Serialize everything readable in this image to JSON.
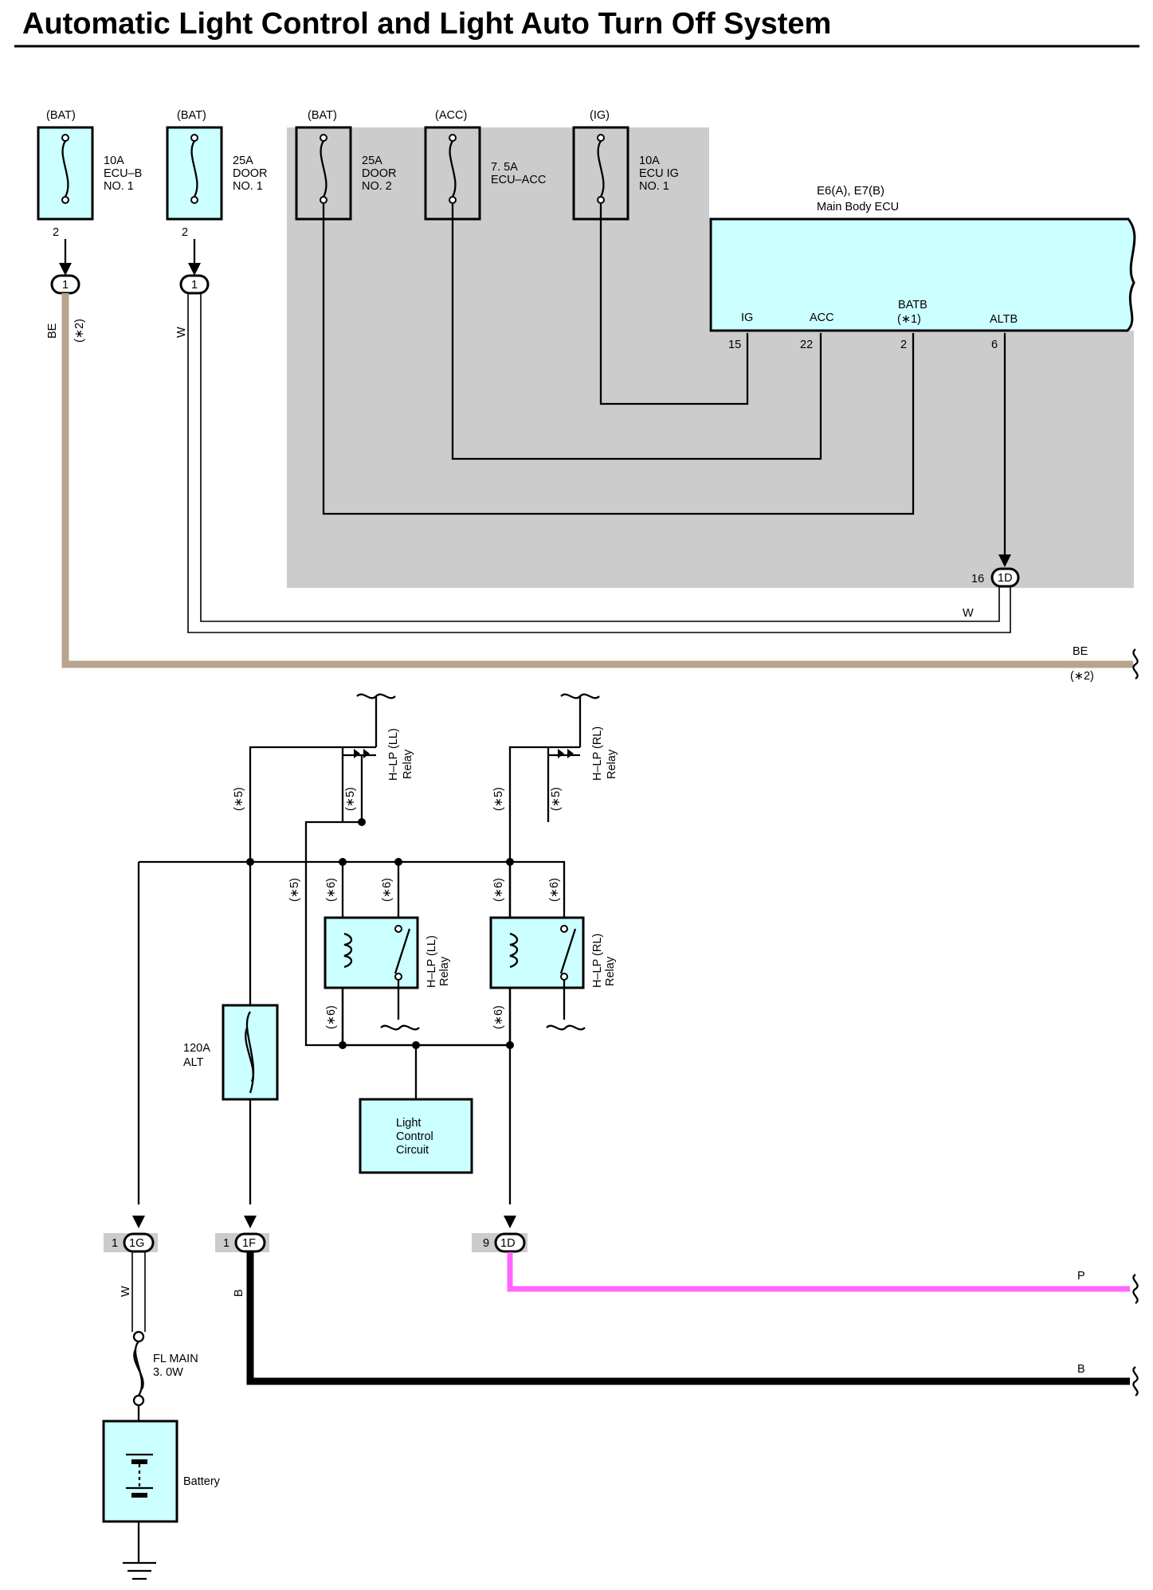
{
  "title": "Automatic Light Control and Light Auto Turn Off System",
  "fuses": [
    {
      "source": "(BAT)",
      "rating": "10A",
      "name_l1": "ECU–B",
      "name_l2": "NO. 1",
      "pin": "2"
    },
    {
      "source": "(BAT)",
      "rating": "25A",
      "name_l1": "DOOR",
      "name_l2": "NO. 1",
      "pin": "2"
    },
    {
      "source": "(BAT)",
      "rating": "25A",
      "name_l1": "DOOR",
      "name_l2": "NO. 2",
      "pin": ""
    },
    {
      "source": "(ACC)",
      "rating": "7. 5A",
      "name_l1": "ECU–ACC",
      "name_l2": "",
      "pin": ""
    },
    {
      "source": "(IG)",
      "rating": "10A",
      "name_l1": "ECU IG",
      "name_l2": "NO. 1",
      "pin": ""
    }
  ],
  "ecu": {
    "connector_ref": "E6(A), E7(B)",
    "name": "Main Body ECU",
    "terminals": [
      {
        "name": "IG",
        "pin": "15"
      },
      {
        "name": "ACC",
        "pin": "22"
      },
      {
        "name": "BATB",
        "sub": "(∗1)",
        "pin": "2"
      },
      {
        "name": "ALTB",
        "pin": "6"
      }
    ]
  },
  "junction_top": {
    "pin": "16",
    "code": "1D"
  },
  "connectors": {
    "c1a": "1",
    "c1b": "1",
    "c1g": "1G",
    "c1f": "1F",
    "c1d": "1D",
    "p1g": "1",
    "p1f": "1",
    "p1d": "9"
  },
  "wires": {
    "be": "BE",
    "w": "W",
    "note2": "(∗2)",
    "p": "P",
    "b": "B",
    "colors": {
      "be": "#b8a48c",
      "p": "#ff66ff",
      "b": "#000000",
      "w": "#ffffff",
      "shade": "#cccccc",
      "component": "#ccffff"
    }
  },
  "relays": {
    "hlp_ll_a": "H–LP (LL)",
    "hlp_rl_a": "H–LP (RL)",
    "relay": "Relay",
    "hlp_ll_b": "H–LP (LL)",
    "hlp_rl_b": "H–LP (RL)"
  },
  "notes": {
    "n5": "(∗5)",
    "n6": "(∗6)"
  },
  "alt_fuse": {
    "rating": "120A",
    "name": "ALT"
  },
  "light_control": {
    "l1": "Light",
    "l2": "Control",
    "l3": "Circuit"
  },
  "fl_main": {
    "l1": "FL MAIN",
    "l2": "3. 0W"
  },
  "battery": "Battery"
}
